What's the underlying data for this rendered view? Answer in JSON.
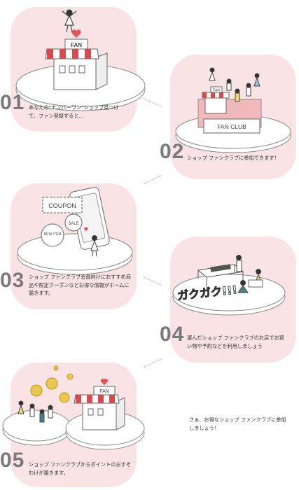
{
  "steps": [
    {
      "number": "01",
      "caption": "あなたの\"ナンバーワン\"ショップ見つけて、ファン登録すると…",
      "sign": "FAN"
    },
    {
      "number": "02",
      "caption": "ショップ ファンクラブに参加できます！",
      "sign": "FAN",
      "platform": "FAN CLUB"
    },
    {
      "number": "03",
      "caption": "ショップ ファンクラブ会員向けにおすすめ商品や限定クーポンなどお得な情報がホームに届きます。",
      "coupon": "COUPON",
      "sale": "SALE",
      "new_item": "NEW ITEM"
    },
    {
      "number": "04",
      "caption": "選んだショップ ファンクラブのお店でお買い物や予約などを利用しましょう",
      "sound": "ガクガク!!!"
    },
    {
      "number": "05",
      "caption": "ショップ ファンクラブからポイントのおすそわけが届きます。",
      "sign": "FAN"
    }
  ],
  "closing": "さぁ、お得なショップ ファンクラブに参加しましょう！",
  "colors": {
    "card": "#f9e3e4",
    "number": "#7a7a7a",
    "awning_red": "#d94a4f",
    "heart": "#e0555a",
    "coin": "#e9c84a"
  }
}
